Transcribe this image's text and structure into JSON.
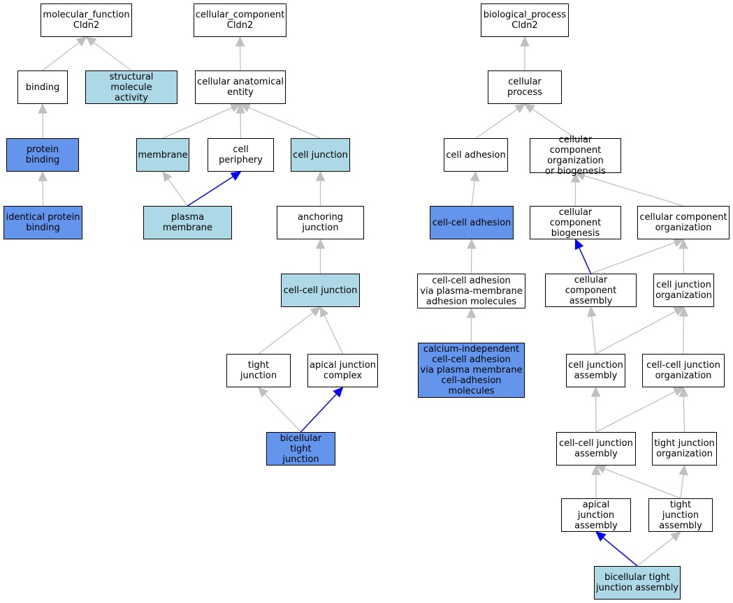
{
  "colors": {
    "light_node": "#add8e6",
    "medium_node": "#6495ed",
    "plain_node": "#ffffff",
    "gray_edge": "#c0c0c0",
    "blue_edge": "#0000ff"
  },
  "nodes": {
    "mf_root": {
      "label": "molecular_function\nCldn2",
      "style": "white"
    },
    "binding": {
      "label": "binding",
      "style": "white"
    },
    "struct_mol": {
      "label": "structural molecule\nactivity",
      "style": "light"
    },
    "protein_binding": {
      "label": "protein binding",
      "style": "medium"
    },
    "ident_protein": {
      "label": "identical protein\nbinding",
      "style": "medium"
    },
    "cc_root": {
      "label": "cellular_component\nCldn2",
      "style": "white"
    },
    "cell_anat": {
      "label": "cellular anatomical\nentity",
      "style": "white"
    },
    "membrane": {
      "label": "membrane",
      "style": "light"
    },
    "cell_periph": {
      "label": "cell periphery",
      "style": "white"
    },
    "cell_junction": {
      "label": "cell junction",
      "style": "light"
    },
    "plasma_mem": {
      "label": "plasma membrane",
      "style": "light"
    },
    "anchor_junc": {
      "label": "anchoring junction",
      "style": "white"
    },
    "cc_junction": {
      "label": "cell-cell junction",
      "style": "light"
    },
    "tight_junc": {
      "label": "tight junction",
      "style": "white"
    },
    "apical_complex": {
      "label": "apical junction\ncomplex",
      "style": "white"
    },
    "bicell_tight": {
      "label": "bicellular tight\njunction",
      "style": "medium"
    },
    "bp_root": {
      "label": "biological_process\nCldn2",
      "style": "white"
    },
    "cell_process": {
      "label": "cellular process",
      "style": "white"
    },
    "cell_adhesion": {
      "label": "cell adhesion",
      "style": "white"
    },
    "cc_org_bio": {
      "label": "cellular component\norganization\nor biogenesis",
      "style": "white"
    },
    "cc_adhesion": {
      "label": "cell-cell adhesion",
      "style": "medium"
    },
    "cc_biogen": {
      "label": "cellular component\nbiogenesis",
      "style": "white"
    },
    "cc_org": {
      "label": "cellular component\norganization",
      "style": "white"
    },
    "cc_adh_pm": {
      "label": "cell-cell adhesion\nvia plasma-membrane\nadhesion molecules",
      "style": "white"
    },
    "cc_assembly": {
      "label": "cellular component\nassembly",
      "style": "white"
    },
    "cj_org": {
      "label": "cell junction\norganization",
      "style": "white"
    },
    "calcium_indep": {
      "label": "calcium-independent\ncell-cell adhesion\nvia plasma membrane\ncell-adhesion\nmolecules",
      "style": "medium"
    },
    "cj_assembly": {
      "label": "cell junction\nassembly",
      "style": "white"
    },
    "ccj_org": {
      "label": "cell-cell junction\norganization",
      "style": "white"
    },
    "ccj_assembly": {
      "label": "cell-cell junction\nassembly",
      "style": "white"
    },
    "tj_org": {
      "label": "tight junction\norganization",
      "style": "white"
    },
    "apical_assembly": {
      "label": "apical junction\nassembly",
      "style": "white"
    },
    "tj_assembly": {
      "label": "tight junction\nassembly",
      "style": "white"
    },
    "bicell_tj_assembly": {
      "label": "bicellular tight\njunction assembly",
      "style": "light"
    }
  },
  "edges": [
    {
      "from": "binding",
      "to": "mf_root",
      "color": "gray"
    },
    {
      "from": "struct_mol",
      "to": "mf_root",
      "color": "gray"
    },
    {
      "from": "protein_binding",
      "to": "binding",
      "color": "gray"
    },
    {
      "from": "ident_protein",
      "to": "protein_binding",
      "color": "gray"
    },
    {
      "from": "cell_anat",
      "to": "cc_root",
      "color": "gray"
    },
    {
      "from": "membrane",
      "to": "cell_anat",
      "color": "gray"
    },
    {
      "from": "cell_periph",
      "to": "cell_anat",
      "color": "gray"
    },
    {
      "from": "cell_junction",
      "to": "cell_anat",
      "color": "gray"
    },
    {
      "from": "plasma_mem",
      "to": "membrane",
      "color": "gray"
    },
    {
      "from": "plasma_mem",
      "to": "cell_periph",
      "color": "blue"
    },
    {
      "from": "anchor_junc",
      "to": "cell_junction",
      "color": "gray"
    },
    {
      "from": "cc_junction",
      "to": "anchor_junc",
      "color": "gray"
    },
    {
      "from": "tight_junc",
      "to": "cc_junction",
      "color": "gray"
    },
    {
      "from": "apical_complex",
      "to": "cc_junction",
      "color": "gray"
    },
    {
      "from": "bicell_tight",
      "to": "tight_junc",
      "color": "gray"
    },
    {
      "from": "bicell_tight",
      "to": "apical_complex",
      "color": "blue"
    },
    {
      "from": "cell_process",
      "to": "bp_root",
      "color": "gray"
    },
    {
      "from": "cell_adhesion",
      "to": "cell_process",
      "color": "gray"
    },
    {
      "from": "cc_org_bio",
      "to": "cell_process",
      "color": "gray"
    },
    {
      "from": "cc_adhesion",
      "to": "cell_adhesion",
      "color": "gray"
    },
    {
      "from": "cc_biogen",
      "to": "cc_org_bio",
      "color": "gray"
    },
    {
      "from": "cc_org",
      "to": "cc_org_bio",
      "color": "gray"
    },
    {
      "from": "cc_adh_pm",
      "to": "cc_adhesion",
      "color": "gray"
    },
    {
      "from": "cc_assembly",
      "to": "cc_biogen",
      "color": "blue"
    },
    {
      "from": "cc_assembly",
      "to": "cc_org",
      "color": "gray"
    },
    {
      "from": "cj_org",
      "to": "cc_org",
      "color": "gray"
    },
    {
      "from": "calcium_indep",
      "to": "cc_adh_pm",
      "color": "gray"
    },
    {
      "from": "cj_assembly",
      "to": "cc_assembly",
      "color": "gray"
    },
    {
      "from": "cj_assembly",
      "to": "cj_org",
      "color": "gray"
    },
    {
      "from": "ccj_org",
      "to": "cj_org",
      "color": "gray"
    },
    {
      "from": "ccj_assembly",
      "to": "cj_assembly",
      "color": "gray"
    },
    {
      "from": "ccj_assembly",
      "to": "ccj_org",
      "color": "gray"
    },
    {
      "from": "tj_org",
      "to": "ccj_org",
      "color": "gray"
    },
    {
      "from": "apical_assembly",
      "to": "ccj_assembly",
      "color": "gray"
    },
    {
      "from": "tj_assembly",
      "to": "ccj_assembly",
      "color": "gray"
    },
    {
      "from": "tj_assembly",
      "to": "tj_org",
      "color": "gray"
    },
    {
      "from": "bicell_tj_assembly",
      "to": "apical_assembly",
      "color": "blue"
    },
    {
      "from": "bicell_tj_assembly",
      "to": "tj_assembly",
      "color": "gray"
    }
  ]
}
